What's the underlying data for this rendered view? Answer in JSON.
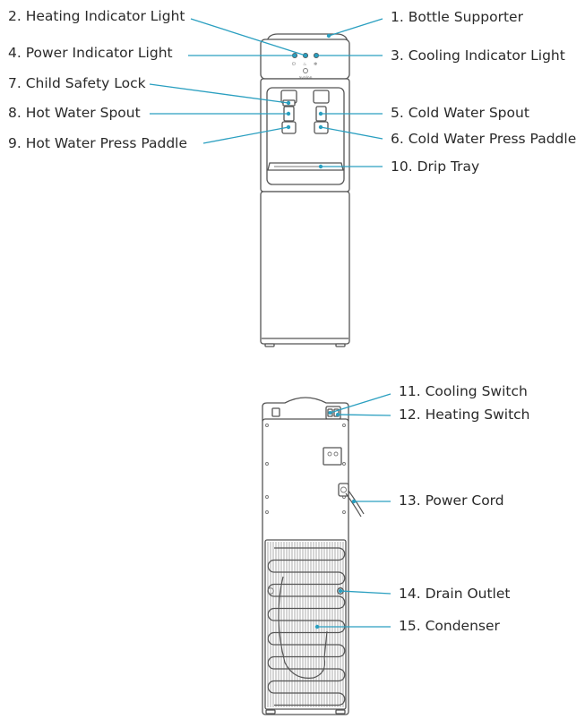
{
  "labels": {
    "l1": "1. Bottle Supporter",
    "l2": "2. Heating Indicator Light",
    "l3": "3. Cooling Indicator Light",
    "l4": "4. Power Indicator Light",
    "l5": "5. Cold Water Spout",
    "l6": "6. Cold Water Press Paddle",
    "l7": "7. Child Safety Lock",
    "l8": "8. Hot Water Spout",
    "l9": "9. Hot Water Press Paddle",
    "l10": "10. Drip Tray",
    "l11": "11. Cooling Switch",
    "l12": "12. Heating Switch",
    "l13": "13. Power Cord",
    "l14": "14. Drain Outlet",
    "l15": "15. Condenser"
  },
  "colors": {
    "leader": "#2a9fc0",
    "outline": "#555555",
    "text": "#2a2a2a"
  },
  "brand_text": "avalon"
}
